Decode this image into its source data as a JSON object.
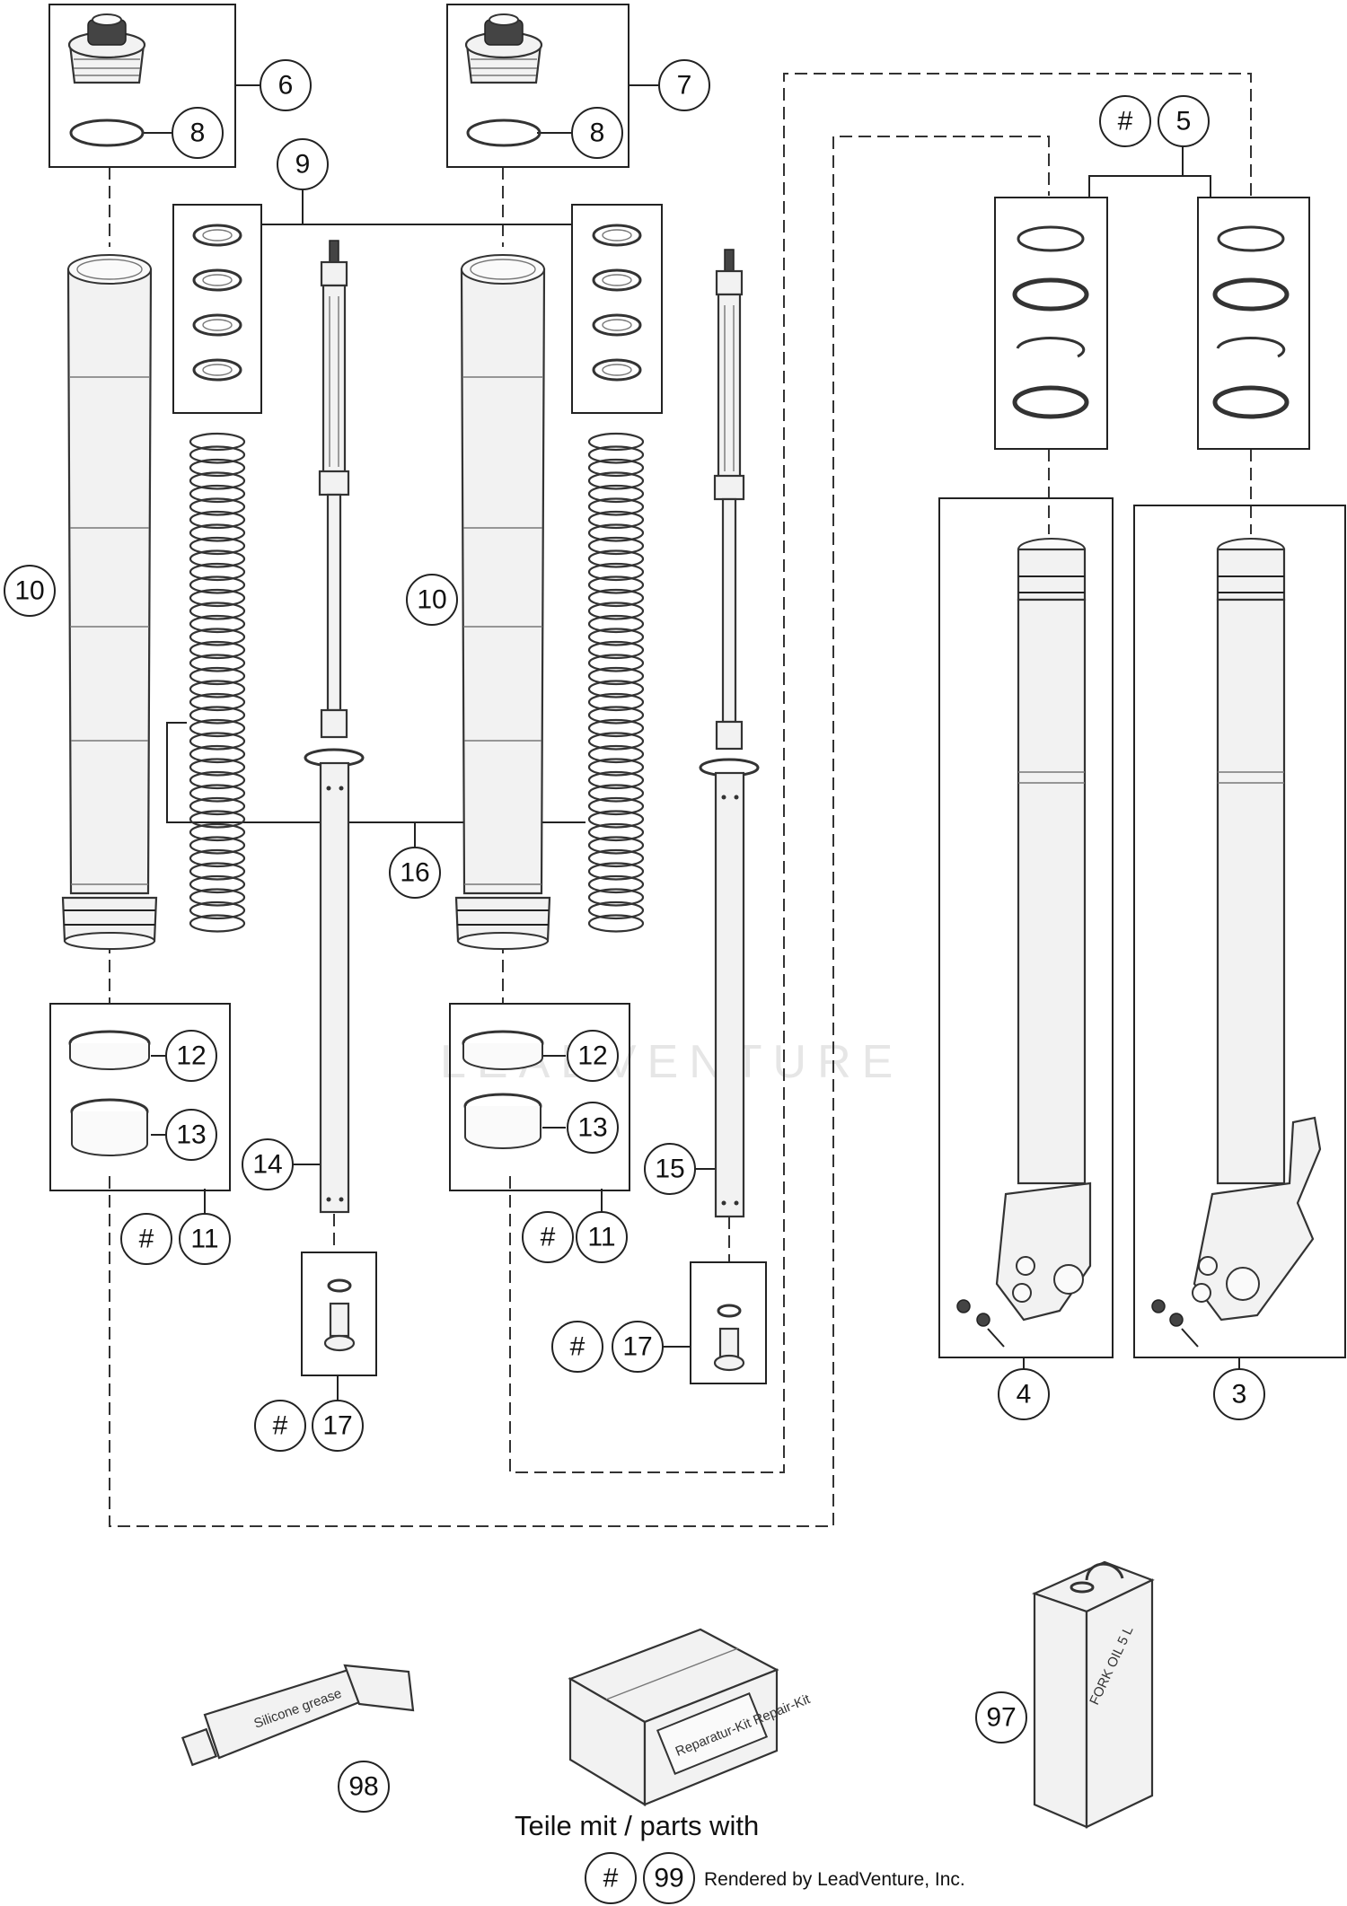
{
  "diagram": {
    "callouts": {
      "c6": "6",
      "c7": "7",
      "c8a": "8",
      "c8b": "8",
      "c9": "9",
      "c5hash": "#",
      "c5": "5",
      "c10a": "10",
      "c10b": "10",
      "c16": "16",
      "c12a": "12",
      "c13a": "13",
      "c12b": "12",
      "c13b": "13",
      "c14": "14",
      "c15": "15",
      "c11hash_a": "#",
      "c11a": "11",
      "c11hash_b": "#",
      "c11b": "11",
      "c17hash_a": "#",
      "c17a": "17",
      "c17hash_b": "#",
      "c17b": "17",
      "c4": "4",
      "c3": "3",
      "c97": "97",
      "c98": "98",
      "c99hash": "#",
      "c99": "99"
    },
    "parts_with_label": "Teile mit / parts with",
    "credit": "Rendered by LeadVenture, Inc.",
    "watermark": "LEADVENTURE",
    "grease_tube_text": "Silicone grease",
    "repair_kit_text": "Reparatur-Kit Repair-Kit",
    "oil_can_text": "FORK OIL 5 L"
  }
}
